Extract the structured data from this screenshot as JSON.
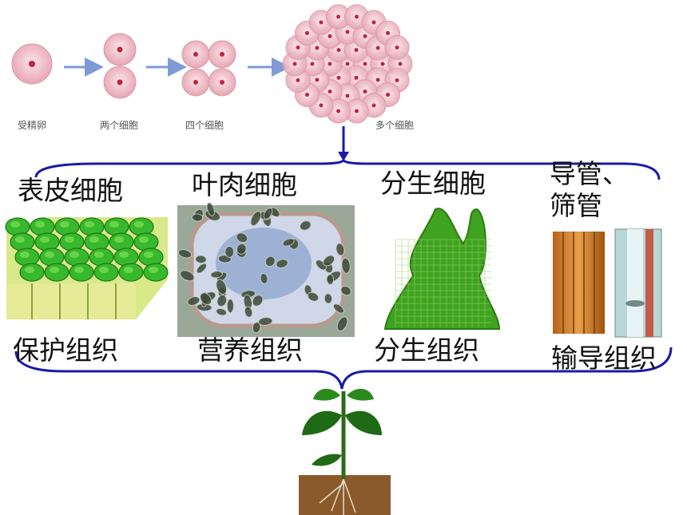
{
  "division_labels": [
    "受精卵",
    "两个细胞",
    "四个细胞",
    "多个细胞"
  ],
  "cell_types": [
    "表皮细胞",
    "叶肉细胞",
    "分生细胞",
    "导管、筛管"
  ],
  "tissues": [
    "保护组织",
    "营养组织",
    "分生组织",
    "输导组织"
  ],
  "colors": {
    "cell_fill": "#f3c6cf",
    "cell_nucleus": "#c0253f",
    "bracket": "#1a1aa6",
    "arrow": "#2b3bb0",
    "epidermis": "#38b82c",
    "meristem": "#3ea31f"
  }
}
